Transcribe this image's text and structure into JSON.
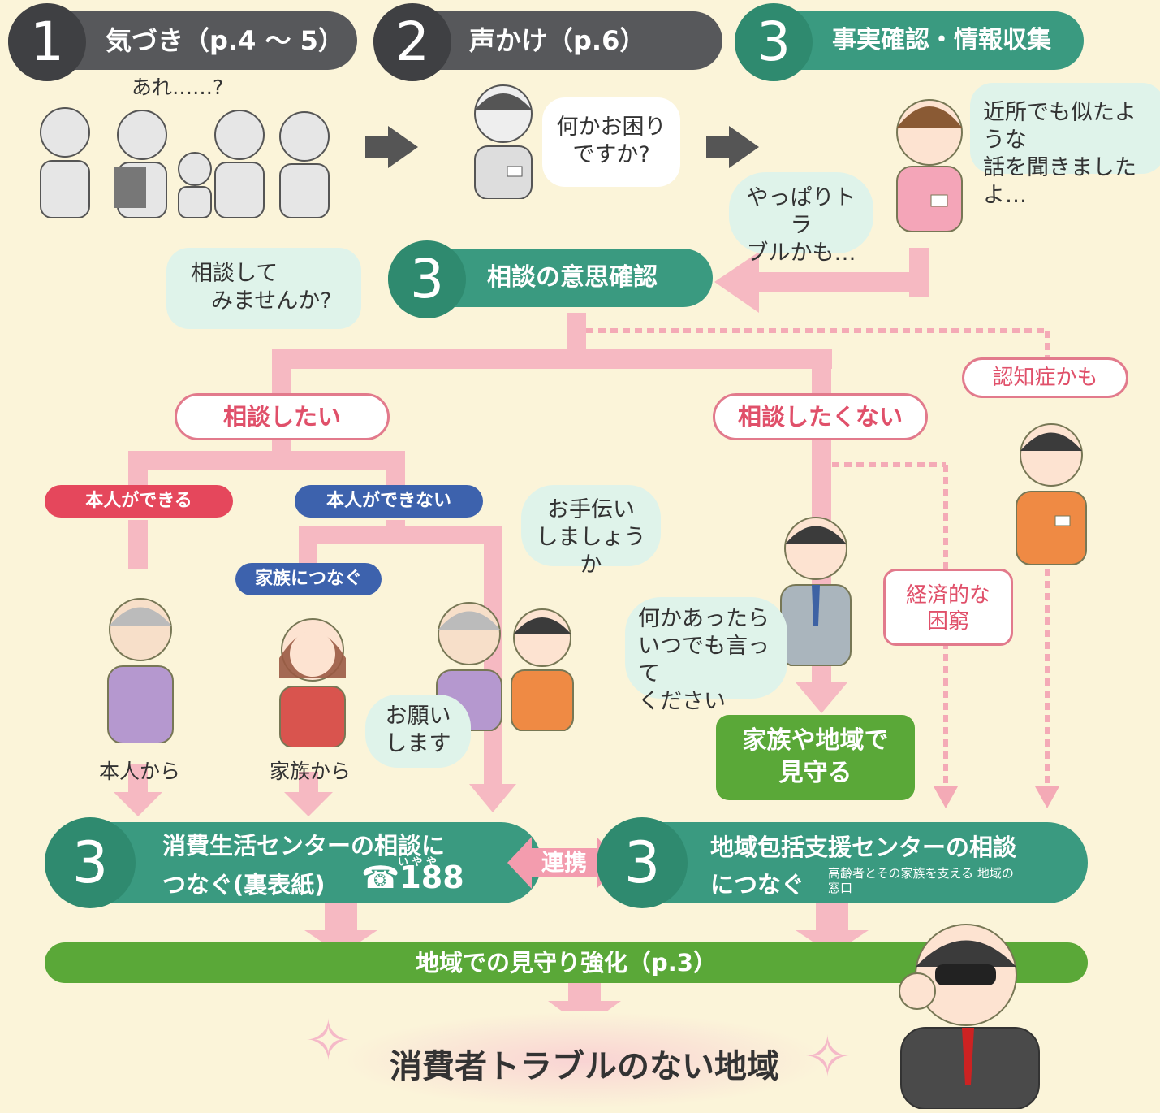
{
  "steps": {
    "s1": {
      "num": "1",
      "label": "気づき（p.4 ～ 5）"
    },
    "s2": {
      "num": "2",
      "label": "声かけ（p.6）"
    },
    "s3": {
      "num": "3",
      "label": "事実確認・情報収集"
    },
    "s4": {
      "num": "3",
      "label": "相談の意思確認"
    },
    "s5": {
      "num": "3",
      "line1": "消費生活センターの相談に",
      "line2": "つなぐ(裏表紙)",
      "phone": "☎188",
      "ruby": "い や や"
    },
    "s6": {
      "num": "3",
      "line1": "地域包括支援センターの相談",
      "line2": "につなぐ",
      "note": "高齢者とその家族を支える 地域の窓口"
    }
  },
  "speech": {
    "are": "あれ……?",
    "nanika_line1": "何かお困り",
    "nanika_line2": "ですか?",
    "kinjo_line1": "近所でも似たような",
    "kinjo_line2": "話を聞きましたよ…",
    "yappari_line1": "やっぱりトラ",
    "yappari_line2": "ブルかも…",
    "soudan_line1": "相談して",
    "soudan_line2": "みませんか?",
    "otetsudai_line1": "お手伝い",
    "otetsudai_line2": "しましょうか",
    "onegai_line1": "お願い",
    "onegai_line2": "します",
    "itsudemo_line1": "何かあったら",
    "itsudemo_line2": "いつでも言って",
    "itsudemo_line3": "ください"
  },
  "choices": {
    "want": "相談したい",
    "not_want": "相談したくない",
    "dementia": "認知症かも",
    "economic_line1": "経済的な",
    "economic_line2": "困窮"
  },
  "badges": {
    "can": "本人ができる",
    "cannot": "本人ができない",
    "family": "家族につなぐ"
  },
  "captions": {
    "honnin": "本人から",
    "kazoku": "家族から"
  },
  "mimamoru_line1": "家族や地域で",
  "mimamoru_line2": "見守る",
  "renkei": "連携",
  "community": "地域での見守り強化（p.3）",
  "goal": "消費者トラブルのない地域",
  "colors": {
    "teal": "#3a9a80",
    "dark": "#57585b",
    "pink": "#f6b9c2",
    "green": "#5aa838",
    "red_badge": "#e5475c",
    "blue_badge": "#3d62ad"
  }
}
